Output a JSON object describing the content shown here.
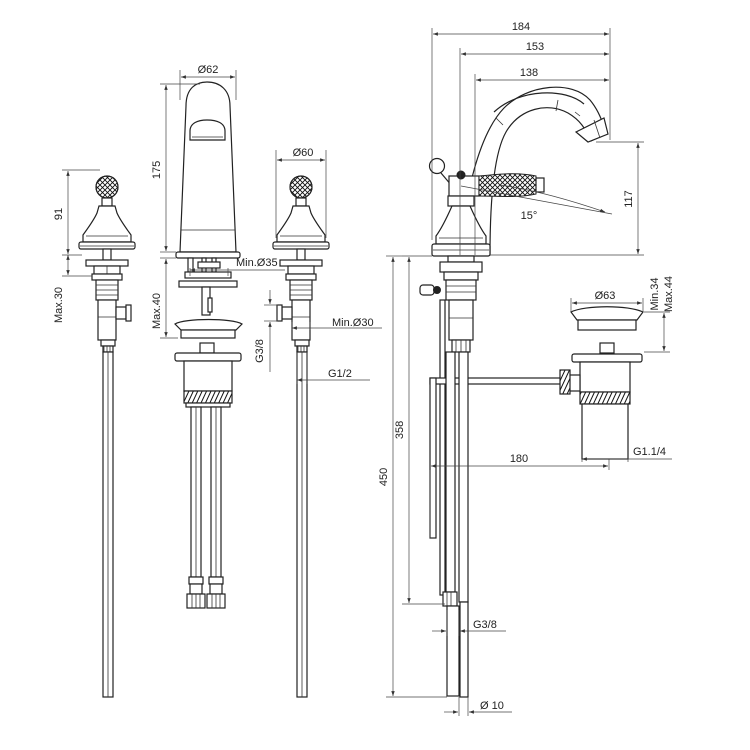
{
  "dimensions": {
    "d62": "Ø62",
    "h175": "175",
    "min35": "Min.Ø35",
    "max40": "Max.40",
    "d60": "Ø60",
    "h91": "91",
    "max30": "Max.30",
    "g38_side": "G3/8",
    "min30": "Min.Ø30",
    "g12": "G1/2",
    "w184": "184",
    "w153": "153",
    "w138": "138",
    "h117": "117",
    "angle15": "15°",
    "h358": "358",
    "h450": "450",
    "d63": "Ø63",
    "min34": "Min.34",
    "max44": "Max.44",
    "w180": "180",
    "g114": "G1.1/4",
    "g38_bottom": "G3/8",
    "d10": "Ø 10"
  }
}
